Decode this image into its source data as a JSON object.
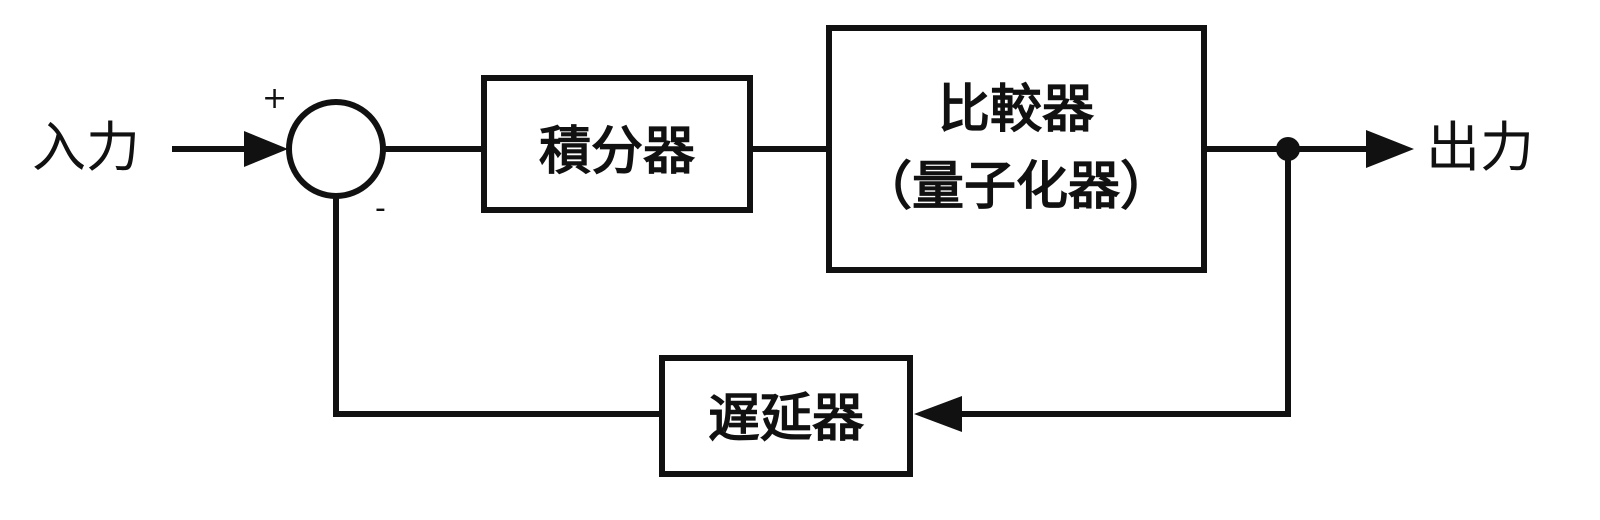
{
  "diagram": {
    "input_label": "入力",
    "output_label": "出力",
    "plus_sign": "+",
    "minus_sign": "-",
    "integrator_label": "積分器",
    "comparator_label_line1": "比較器",
    "comparator_label_line2": "（量子化器）",
    "delay_label": "遅延器"
  }
}
